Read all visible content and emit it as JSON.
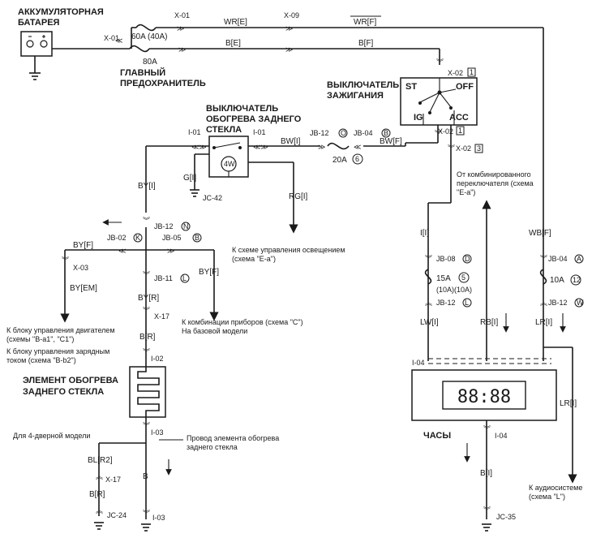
{
  "battery": {
    "title_line1": "АККУМУЛЯТОРНАЯ",
    "title_line2": "БАТАРЕЯ"
  },
  "main_fuse": {
    "rating_top": "60A (40A)",
    "rating_bottom": "80A",
    "title_line1": "ГЛАВНЫЙ",
    "title_line2": "ПРЕДОХРАНИТЕЛЬ"
  },
  "ignition": {
    "title_line1": "ВЫКЛЮЧАТЕЛЬ",
    "title_line2": "ЗАЖИГАНИЯ",
    "pos_st": "ST",
    "pos_off": "OFF",
    "pos_ig": "IG",
    "pos_acc": "ACC"
  },
  "defog_switch": {
    "title_line1": "ВЫКЛЮЧАТЕЛЬ",
    "title_line2": "ОБОГРЕВА ЗАДНЕГО",
    "title_line3": "СТЕКЛА",
    "indicator": "4W"
  },
  "heater": {
    "title_line1": "ЭЛЕМЕНТ ОБОГРЕВА",
    "title_line2": "ЗАДНЕГО СТЕКЛА"
  },
  "clock": {
    "label": "ЧАСЫ",
    "display": "88:88"
  },
  "connectors": {
    "x01_a": "X-01",
    "x01_b": "X-01",
    "x09": "X-09",
    "x02_a": "X-02",
    "x02_a_pin": "1",
    "x02_b": "X-02",
    "x02_b_pin": "1",
    "x02_c": "X-02",
    "x02_c_pin": "3",
    "i01_a": "I-01",
    "i01_b": "I-01",
    "jb12_a": "JB-12",
    "jb12_a_pin": "O",
    "jb04_a": "JB-04",
    "jb04_a_pin": "B",
    "jb12_b": "JB-12",
    "jb12_b_pin": "N",
    "jb02": "JB-02",
    "jb02_pin": "K",
    "jb05": "JB-05",
    "jb05_pin": "B",
    "jb11": "JB-11",
    "jb11_pin": "L",
    "x03": "X-03",
    "x17_a": "X-17",
    "i02": "I-02",
    "i03_a": "I-03",
    "x17_b": "X-17",
    "jc24": "JC-24",
    "i03_b": "I-03",
    "jc42": "JC-42",
    "jb08": "JB-08",
    "jb08_pin": "D",
    "jb12_c": "JB-12",
    "jb12_c_pin": "L",
    "jb04_b": "JB-04",
    "jb04_b_pin": "A",
    "jb12_d": "JB-12",
    "jb12_d_pin": "W",
    "i04_a": "I-04",
    "i04_b": "I-04",
    "jc35": "JC-35"
  },
  "wires": {
    "wr_e": "WR[E]",
    "wr_f": "WR[F]",
    "b_e": "B[E]",
    "b_f": "B[F]",
    "bw_i": "BW[I]",
    "bw_f": "BW[F]",
    "g_i": "G[I]",
    "rg_i": "RG[I]",
    "by_i": "BY[I]",
    "by_f_a": "BY[F]",
    "by_f_b": "BY[F]",
    "by_em": "BY[EM]",
    "by_r": "BY[R]",
    "b_r_a": "B[R]",
    "b_r_b": "B[R]",
    "blr2": "BL[R2]",
    "b": "B",
    "i_i": "I[I]",
    "lw_i": "LW[I]",
    "rb_i": "RB[I]",
    "wb_f": "WB[F]",
    "lr_i_a": "LR[I]",
    "lr_i_b": "LR[I]",
    "b_i": "B[I]"
  },
  "fuses": {
    "f20": "20A",
    "f20_num": "6",
    "f15": "15A",
    "f15_num": "5",
    "f15_alt": "(10A)(10A)",
    "f10": "10A",
    "f10_num": "12"
  },
  "notes": {
    "lighting_line1": "К схеме управления освещением",
    "lighting_line2": "(схема \"E-a\")",
    "combo_line1": "От комбинированного",
    "combo_line2": "переключателя (схема",
    "combo_line3": "\"E-a\")",
    "engine_line1": "К блоку управления двигателем",
    "engine_line2": "(схемы \"B-a1\", \"C1\")",
    "charge_line1": "К блоку управления зарядным",
    "charge_line2": "током (схема \"B-b2\")",
    "instr_line1": "К комбинации приборов (схема \"C\")",
    "instr_line2": "На базовой модели",
    "fourdoor": "Для 4-дверной модели",
    "heaterwire_line1": "Провод элемента обогрева",
    "heaterwire_line2": "заднего стекла",
    "audio_line1": "К аудиосистеме",
    "audio_line2": "(схема \"L\")"
  }
}
